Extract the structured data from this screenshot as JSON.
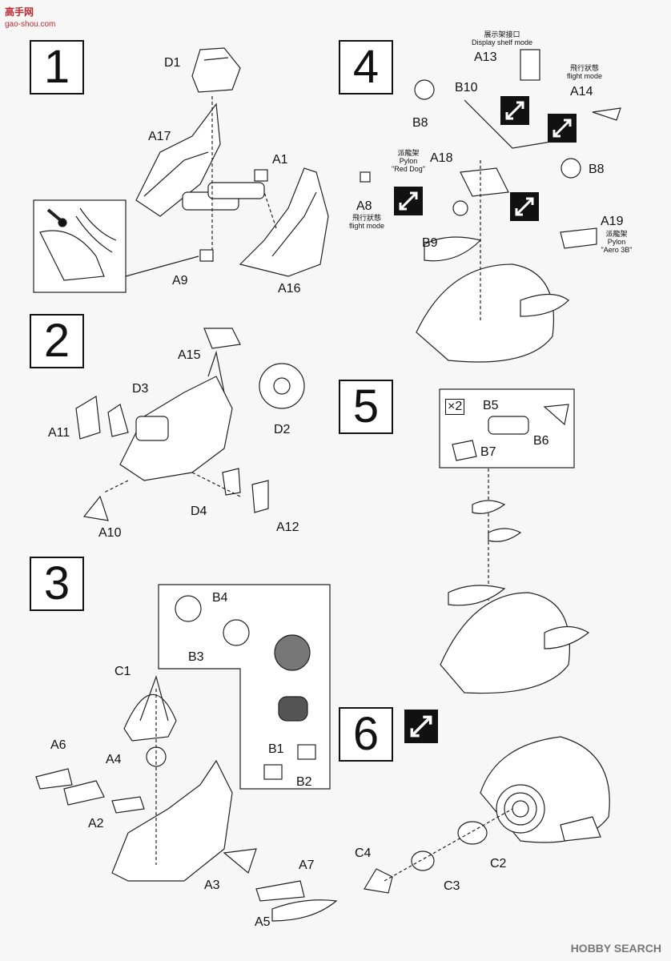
{
  "site_logo": {
    "title": "高手网",
    "subtitle": "gao-shou.com"
  },
  "watermark": "HOBBY SEARCH",
  "steps": [
    "1",
    "2",
    "3",
    "4",
    "5",
    "6"
  ],
  "parts": {
    "D1": "D1",
    "A17": "A17",
    "A1": "A1",
    "A9": "A9",
    "A16": "A16",
    "A15": "A15",
    "D3": "D3",
    "D2": "D2",
    "A11": "A11",
    "D4": "D4",
    "A10": "A10",
    "A12": "A12",
    "B4": "B4",
    "B3": "B3",
    "C1": "C1",
    "A6": "A6",
    "A4": "A4",
    "A2": "A2",
    "B1": "B1",
    "B2": "B2",
    "A3": "A3",
    "A7": "A7",
    "A5": "A5",
    "A13": "A13",
    "B10": "B10",
    "B8a": "B8",
    "B8b": "B8",
    "A14": "A14",
    "A18": "A18",
    "A8": "A8",
    "B9": "B9",
    "A19": "A19",
    "B5": "B5",
    "B6": "B6",
    "B7": "B7",
    "C4": "C4",
    "C2": "C2",
    "C3": "C3"
  },
  "multiplier": "×2",
  "notes": {
    "a13_cn": "展示架接口",
    "a13_en": "Display shelf  mode",
    "a14_cn": "飛行狀態",
    "a14_en": "flight mode",
    "a18_cn": "派龍架",
    "a18_en": "Pylon",
    "a18_name": "\"Red Dog\"",
    "a8_cn": "飛行狀態",
    "a8_en": "flight mode",
    "a19_cn": "派龍架",
    "a19_en": "Pylon",
    "a19_name": "\"Aero 3B\""
  }
}
